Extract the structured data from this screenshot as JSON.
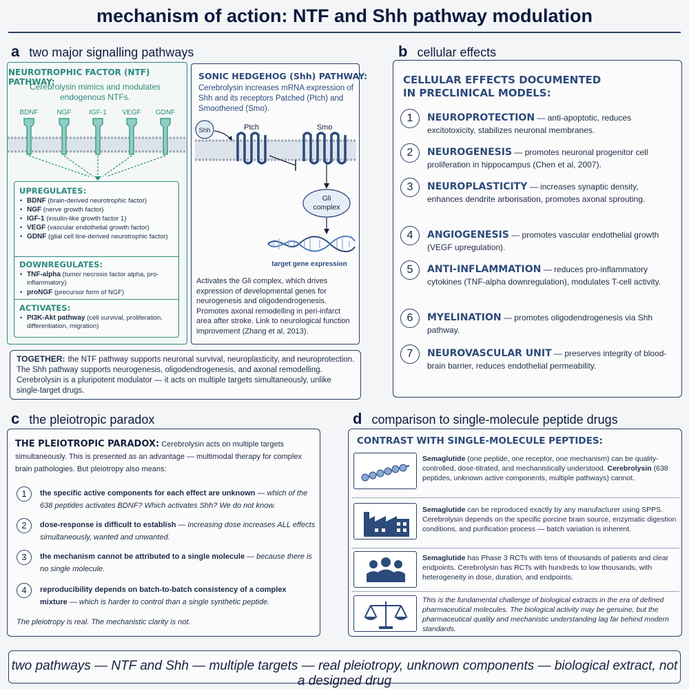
{
  "title": "mechanism of action: NTF and Shh pathway modulation",
  "section_a": {
    "letter": "a",
    "heading": "two major signalling pathways",
    "ntf": {
      "title": "NEUROTROPHIC FACTOR (NTF) PATHWAY:",
      "subtitle": "Cerebrolysin mimics and modulates endogenous NTFs.",
      "receptors": [
        "BDNF",
        "NGF",
        "IGF-1",
        "VEGF",
        "GDNF"
      ],
      "upregulates_head": "UPREGULATES:",
      "upregulates": [
        {
          "name": "BDNF",
          "desc": "(brain-derived neurotrophic factor)"
        },
        {
          "name": "NGF",
          "desc": "(nerve growth factor)"
        },
        {
          "name": "IGF-1",
          "desc": "(insulin-like growth factor 1)"
        },
        {
          "name": "VEGF",
          "desc": "(vascular endothelial growth factor)"
        },
        {
          "name": "GDNF",
          "desc": "(glial cell line-derived neurotrophic factor)"
        }
      ],
      "downregulates_head": "DOWNREGULATES:",
      "downregulates": [
        {
          "name": "TNF-alpha",
          "desc": "(tumor necrosis factor alpha, pro-inflammatory)"
        },
        {
          "name": "proNGF",
          "desc": "(precursor form of NGF)"
        }
      ],
      "activates_head": "ACTIVATES:",
      "activates": [
        {
          "name": "PI3K-Akt pathway",
          "desc": "(cell survival, proliferation, differentiation, migration)"
        }
      ]
    },
    "shh": {
      "title": "SONIC HEDGEHOG (Shh) PATHWAY:",
      "subtitle": "Cerebrolysin increases mRNA expression of Shh and its receptors Patched (Ptch) and Smoothened (Smo).",
      "label_shh": "Shh",
      "label_ptch": "Ptch",
      "label_smo": "Smo",
      "label_gli": "Gli complex",
      "label_target": "target gene expression",
      "body": "Activates the Gli complex, which drives expression of developmental genes for neurogenesis and oligodendrogenesis. Promotes axonal remodelling in peri-infarct area after stroke. Link to neurological function improvement (Zhang et al, 2013)."
    },
    "together_label": "TOGETHER:",
    "together_text": "the NTF pathway supports neuronal survival, neuroplasticity, and neuroprotection. The Shh pathway supports neurogenesis, oligodendrogenesis, and axonal remodelling. Cerebrolysin is a pluripotent modulator — it acts on multiple targets simultaneously, unlike single-target drugs."
  },
  "section_b": {
    "letter": "b",
    "heading": "cellular effects",
    "box_title": "CELLULAR EFFECTS DOCUMENTED IN PRECLINICAL MODELS:",
    "effects": [
      {
        "num": "1",
        "name": "NEUROPROTECTION",
        "desc": "— anti-apoptotic, reduces excitotoxicity, stabilizes neuronal membranes."
      },
      {
        "num": "2",
        "name": "NEUROGENESIS",
        "desc": "— promotes neuronal progenitor cell proliferation in hippocampus (Chen et al, 2007)."
      },
      {
        "num": "3",
        "name": "NEUROPLASTICITY",
        "desc": "— increases synaptic density, enhances dendrite arborisation, promotes axonal sprouting."
      },
      {
        "num": "4",
        "name": "ANGIOGENESIS",
        "desc": "— promotes vascular endothelial growth (VEGF upregulation)."
      },
      {
        "num": "5",
        "name": "ANTI-INFLAMMATION",
        "desc": "— reduces pro-inflammatory cytokines (TNF-alpha downregulation), modulates T-cell activity."
      },
      {
        "num": "6",
        "name": "MYELINATION",
        "desc": "— promotes oligodendrogenesis via Shh pathway."
      },
      {
        "num": "7",
        "name": "NEUROVASCULAR UNIT",
        "desc": "— preserves integrity of blood-brain barrier, reduces endothelial permeability."
      }
    ]
  },
  "section_c": {
    "letter": "c",
    "heading": "the pleiotropic paradox",
    "intro_bold": "THE PLEIOTROPIC PARADOX:",
    "intro_text": "Cerebrolysin acts on multiple targets simultaneously. This is presented as an advantage — multimodal therapy for complex brain pathologies. But pleiotropy also means:",
    "points": [
      {
        "num": "1",
        "bold": "the specific active components for each effect are unknown",
        "text": "— which of the 638 peptides activates BDNF? Which activates Shh? We do not know."
      },
      {
        "num": "2",
        "bold": "dose-response is difficult to establish",
        "text": "— increasing dose increases ALL effects simultaneously, wanted and unwanted."
      },
      {
        "num": "3",
        "bold": "the mechanism cannot be attributed to a single molecule",
        "text": "— because there is no single molecule."
      },
      {
        "num": "4",
        "bold": "reproducibility depends on batch-to-batch consistency of a complex mixture",
        "text": "— which is harder to control than a single synthetic peptide."
      }
    ],
    "closing": "The pleiotropy is real. The mechanistic clarity is not."
  },
  "section_d": {
    "letter": "d",
    "heading": "comparison to single-molecule peptide drugs",
    "box_title": "CONTRAST WITH SINGLE-MOLECULE PEPTIDES:",
    "rows": [
      {
        "icon": "peptide-chain-icon",
        "lead": "Semaglutide",
        "text": "(one peptide, one receptor, one mechanism) can be quality-controlled, dose-titrated, and mechanistically understood.",
        "lead2": "Cerebrolysin",
        "text2": "(638 peptides, unknown active components, multiple pathways) cannot."
      },
      {
        "icon": "factory-icon",
        "lead": "Semaglutide",
        "text": "can be reproduced exactly by any manufacturer using SPPS. Cerebrolysin depends on the specific porcine brain source, enzymatic digestion conditions, and purification process — batch variation is inherent.",
        "lead2": "",
        "text2": ""
      },
      {
        "icon": "people-icon",
        "lead": "Semaglutide",
        "text": "has Phase 3 RCTs with tens of thousands of patients and clear endpoints. Cerebrolysin has RCTs with hundreds to low thousands, with heterogeneity in dose, duration, and endpoints.",
        "lead2": "",
        "text2": ""
      },
      {
        "icon": "scales-icon",
        "lead": "",
        "text": "This is the fundamental challenge of biological extracts in the era of defined pharmaceutical molecules. The biological activity may be genuine, but the pharmaceutical quality and mechanistic understanding lag far behind modern standards.",
        "lead2": "",
        "text2": ""
      }
    ]
  },
  "footer": "two pathways — NTF and Shh — multiple targets — real pleiotropy, unknown components — biological extract, not a designed drug",
  "colors": {
    "ntf_green": "#2e8a7d",
    "shh_blue": "#2c4a7a",
    "navy": "#0d1b3e",
    "membrane": "#b9c4d2"
  }
}
